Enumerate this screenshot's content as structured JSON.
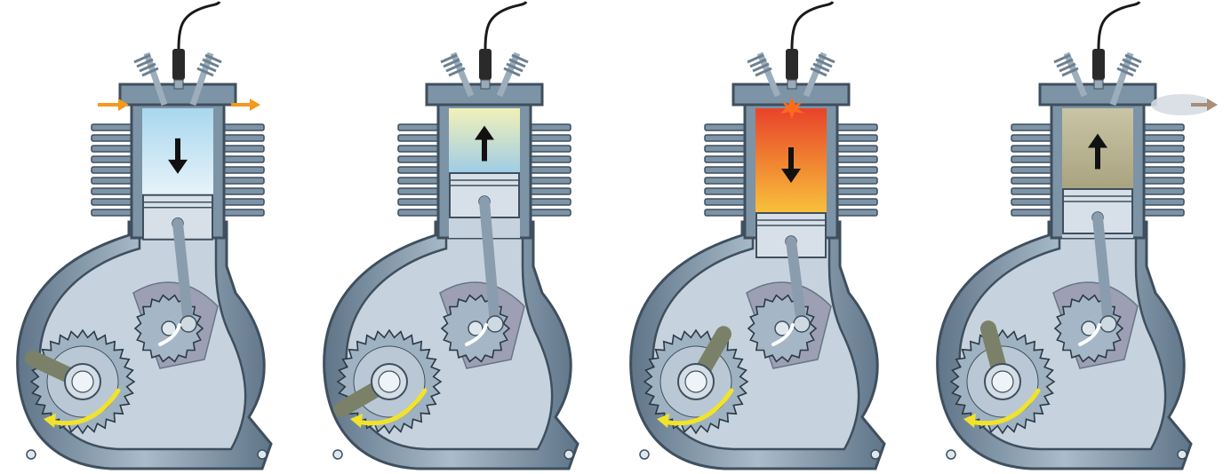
{
  "diagram": {
    "stages": [
      {
        "id": "intake",
        "chamber": {
          "top": "#a9d7ee",
          "bottom": "#e7f3fa"
        },
        "piston_arrow": "down",
        "piston_position": 0.55,
        "valves": "both-open",
        "spark": false,
        "gas_flow": "in-and-out",
        "crank_angle": 205
      },
      {
        "id": "compression",
        "chamber": {
          "top": "#f1f1b8",
          "bottom": "#9fcce6"
        },
        "piston_arrow": "up",
        "piston_position": 0.0,
        "valves": "closed",
        "spark": false,
        "gas_flow": "none",
        "crank_angle": 150
      },
      {
        "id": "power",
        "chamber": {
          "top": "#e8432a",
          "bottom": "#f8c13a"
        },
        "piston_arrow": "down",
        "piston_position": 1.0,
        "valves": "closed",
        "spark": true,
        "gas_flow": "none",
        "crank_angle": 300
      },
      {
        "id": "exhaust",
        "chamber": {
          "top": "#c9c4a4",
          "bottom": "#a9a37f"
        },
        "piston_arrow": "up",
        "piston_position": 0.4,
        "valves": "exhaust-open",
        "spark": false,
        "gas_flow": "out",
        "crank_angle": 255
      }
    ],
    "colors": {
      "casing": "#7d93a6",
      "casing_dark": "#3f4f5e",
      "interior": "#c6d3de",
      "crank_arm": "#7a8168",
      "cam_plate": "#8d8aa3",
      "motion_arrow": "#f2e32a",
      "cam_arrow": "#ffffff",
      "intake_arrow": "#f39a1d",
      "exhaust_arrow": "#a98d76",
      "stroke_arrow": "#111111"
    }
  }
}
